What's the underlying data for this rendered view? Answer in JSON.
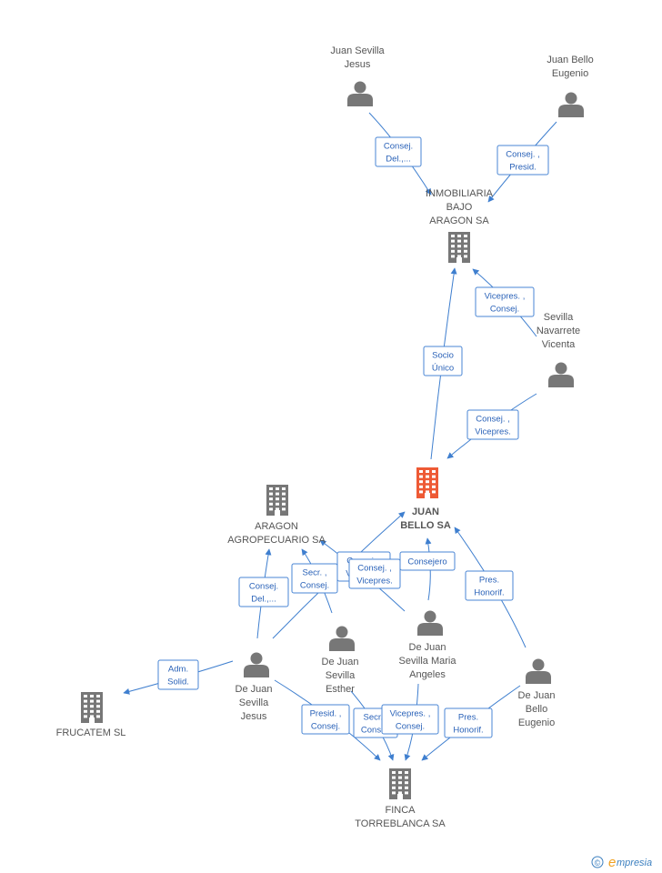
{
  "colors": {
    "edge": "#3f7fcf",
    "node": "#777777",
    "main_node": "#ee5a35",
    "label": "#555555"
  },
  "nodes": [
    {
      "id": "jsj_top",
      "type": "person",
      "lines": [
        "Juan Sevilla",
        "Jesus"
      ]
    },
    {
      "id": "jbe",
      "type": "person",
      "lines": [
        "Juan Bello",
        "Eugenio"
      ]
    },
    {
      "id": "inm",
      "type": "company",
      "lines": [
        "INMOBILIARIA",
        "BAJO",
        "ARAGON SA"
      ]
    },
    {
      "id": "snv",
      "type": "person",
      "lines": [
        "Sevilla",
        "Navarrete",
        "Vicenta"
      ]
    },
    {
      "id": "jb",
      "type": "company",
      "main": true,
      "lines": [
        "JUAN",
        "BELLO SA"
      ]
    },
    {
      "id": "agro",
      "type": "company",
      "lines": [
        "ARAGON",
        "AGROPECUARIO SA"
      ]
    },
    {
      "id": "djsj",
      "type": "person",
      "lines": [
        "De Juan",
        "Sevilla",
        "Jesus"
      ]
    },
    {
      "id": "djse",
      "type": "person",
      "lines": [
        "De Juan",
        "Sevilla",
        "Esther"
      ]
    },
    {
      "id": "djsma",
      "type": "person",
      "lines": [
        "De Juan",
        "Sevilla Maria",
        "Angeles"
      ]
    },
    {
      "id": "djbe",
      "type": "person",
      "lines": [
        "De Juan",
        "Bello",
        "Eugenio"
      ]
    },
    {
      "id": "fruc",
      "type": "company",
      "lines": [
        "FRUCATEM SL"
      ]
    },
    {
      "id": "finca",
      "type": "company",
      "lines": [
        "FINCA",
        "TORREBLANCA SA"
      ]
    }
  ],
  "edges": [
    {
      "from": "jsj_top",
      "to": "inm",
      "label": [
        "Consej.",
        "Del.,..."
      ]
    },
    {
      "from": "jbe",
      "to": "inm",
      "label": [
        "Consej. ,",
        "Presid."
      ]
    },
    {
      "from": "snv",
      "to": "inm",
      "label": [
        "Vicepres. ,",
        "Consej."
      ]
    },
    {
      "from": "jb",
      "to": "inm",
      "label": [
        "Socio",
        "Único"
      ]
    },
    {
      "from": "snv",
      "to": "jb",
      "label": [
        "Consej. ,",
        "Vicepres."
      ]
    },
    {
      "from": "djsj",
      "to": "agro",
      "label": [
        "Consej.",
        "Del.,..."
      ]
    },
    {
      "from": "djsj",
      "to": "fruc",
      "label": [
        "Adm.",
        "Solid."
      ]
    },
    {
      "from": "djse",
      "to": "agro",
      "label": [
        "Secr. ,",
        "Consej."
      ]
    },
    {
      "from": "djsma",
      "to": "agro",
      "label": [
        "Consej. ,",
        "Vicepres."
      ]
    },
    {
      "from": "djsj",
      "to": "jb",
      "label": [
        "Consej. ,",
        "Vicepres."
      ]
    },
    {
      "from": "djsma",
      "to": "jb",
      "label": [
        "Consejero"
      ]
    },
    {
      "from": "djbe",
      "to": "jb",
      "label": [
        "Pres.",
        "Honorif."
      ]
    },
    {
      "from": "djsj",
      "to": "finca",
      "label": [
        "Presid. ,",
        "Consej."
      ]
    },
    {
      "from": "djse",
      "to": "finca",
      "label": [
        "Secr. ,",
        "Consej."
      ]
    },
    {
      "from": "djsma",
      "to": "finca",
      "label": [
        "Vicepres. ,",
        "Consej."
      ]
    },
    {
      "from": "djbe",
      "to": "finca",
      "label": [
        "Pres.",
        "Honorif."
      ]
    }
  ],
  "watermark": {
    "symbol": "©",
    "brand_initial": "e",
    "brand_rest": "mpresia"
  }
}
